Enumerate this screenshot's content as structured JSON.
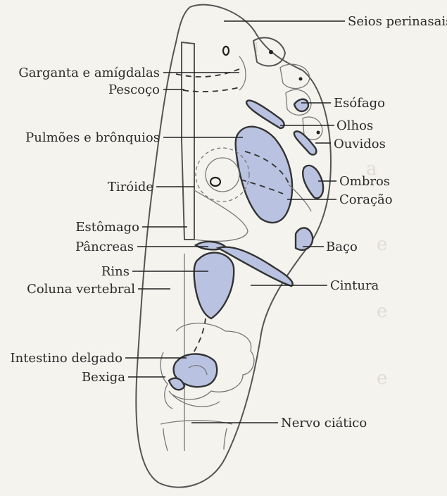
{
  "labels": {
    "seios_perinasais": "Seios perinasais",
    "garganta_amigdalas": "Garganta e amígdalas",
    "pescoco": "Pescoço",
    "esofago": "Esófago",
    "pulmoes_bronquios": "Pulmões e brônquios",
    "olhos": "Olhos",
    "ouvidos": "Ouvidos",
    "tiroide": "Tiróide",
    "ombros": "Ombros",
    "coracao": "Coração",
    "estomago": "Estômago",
    "pancreas": "Pâncreas",
    "baco": "Baço",
    "rins": "Rins",
    "cintura": "Cintura",
    "coluna_vertebral": "Coluna vertebral",
    "intestino_delgado": "Intestino delgado",
    "bexiga": "Bexiga",
    "nervo_ciatico": "Nervo ciático"
  },
  "colors": {
    "organ_fill": "#b9c3e1",
    "outline": "#555555",
    "background": "#f5f3ee"
  }
}
